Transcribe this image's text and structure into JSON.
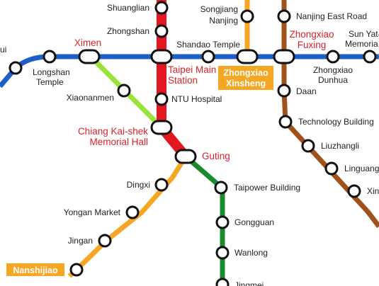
{
  "colors": {
    "blue": "#1f5fc9",
    "red": "#e3171f",
    "orange": "#f5a623",
    "green": "#1a8a2e",
    "brown": "#a0521a",
    "lightgreen": "#9be13a",
    "red_label": "#d9222a",
    "tag_bg": "#f5a623"
  },
  "lines": {
    "blue": "Blue line",
    "red": "Red line",
    "orange": "Orange line",
    "green": "Green line",
    "brown": "Brown line",
    "lightgreen": "Light green line"
  },
  "stations": {
    "shuanglian": "Shuanglian",
    "zhongshan": "Zhongshan",
    "songjiang_1": "Songjiang",
    "songjiang_2": "Nanjing",
    "nanjing_east": "Nanjing East Road",
    "ximen": "Ximen",
    "shandao": "Shandao Temple",
    "zhongxiao_fuxing_1": "Zhongxiao",
    "zhongxiao_fuxing_2": "Fuxing",
    "sun_yat_1": "Sun Yat-",
    "sun_yat_2": "Memoria",
    "left_cut": "ui",
    "longshan_1": "Longshan",
    "longshan_2": "Temple",
    "taipei_main_1": "Taipei Main",
    "taipei_main_2": "Station",
    "zhongxiao_xinsheng_1": "Zhongxiao",
    "zhongxiao_xinsheng_2": "Xinsheng",
    "zhongxiao_dunhua_1": "Zhongxiao",
    "zhongxiao_dunhua_2": "Dunhua",
    "xiaonanmen": "Xiaonanmen",
    "daan": "Daan",
    "ntu": "NTU Hospital",
    "technology": "Technology Building",
    "cks_1": "Chiang Kai-shek",
    "cks_2": "Memorial Hall",
    "liuzhangli": "Liuzhangli",
    "guting": "Guting",
    "linguang": "Linguang",
    "dingxi": "Dingxi",
    "taipower": "Taipower Building",
    "xinhai": "Xin",
    "yongan": "Yongan Market",
    "gongguan": "Gongguan",
    "jingan": "Jingan",
    "wanlong": "Wanlong",
    "nanshijiao": "Nanshijiao",
    "jingmei": "Jingmei"
  }
}
